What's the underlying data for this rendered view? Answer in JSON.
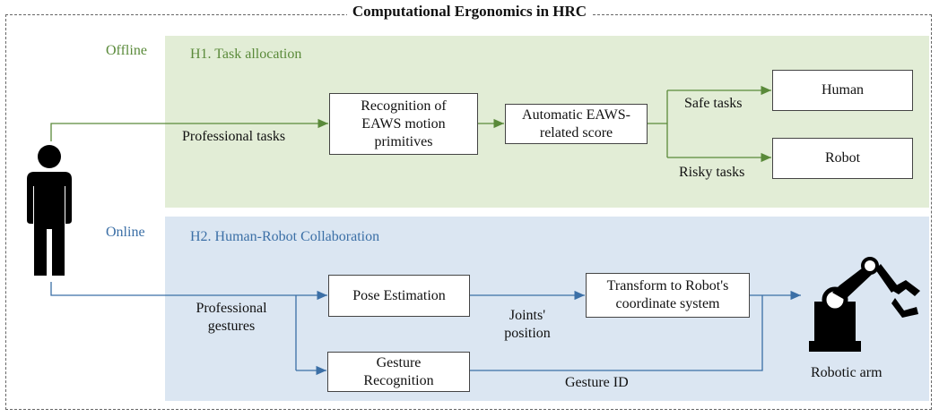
{
  "title": "Computational Ergonomics in HRC",
  "offline": {
    "label": "Offline",
    "heading": "H1. Task allocation",
    "input_label": "Professional tasks",
    "box_recognition": "Recognition of EAWS motion primitives",
    "box_score": "Automatic EAWS-related score",
    "safe_label": "Safe tasks",
    "risky_label": "Risky tasks",
    "box_human": "Human",
    "box_robot": "Robot"
  },
  "online": {
    "label": "Online",
    "heading": "H2. Human-Robot Collaboration",
    "input_label": "Professional gestures",
    "box_pose": "Pose Estimation",
    "box_gesture": "Gesture Recognition",
    "joints_label": "Joints' position",
    "box_transform": "Transform to Robot's coordinate system",
    "gesture_id_label": "Gesture ID",
    "robot_label": "Robotic arm"
  },
  "colors": {
    "offline_panel": "#e2edd6",
    "online_panel": "#dbe6f2",
    "offline_line": "#5a8a3a",
    "online_line": "#3b6fa6"
  },
  "icons": [
    "person-icon",
    "robotic-arm-icon"
  ]
}
